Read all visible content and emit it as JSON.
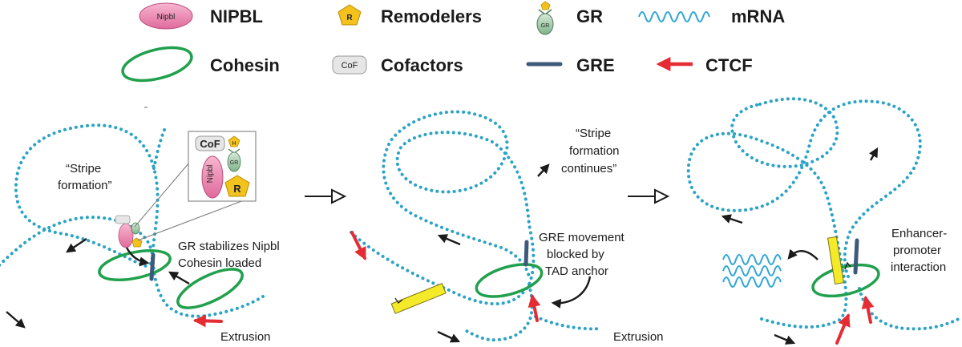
{
  "legend": {
    "nipbl_badge": "Nipbl",
    "nipbl": "NIPBL",
    "remodeler_badge": "R",
    "remodelers": "Remodelers",
    "gr_badge": "GR",
    "gr": "GR",
    "mrna": "mRNA",
    "cohesin": "Cohesin",
    "cof_badge": "CoF",
    "cofactors": "Cofactors",
    "gre": "GRE",
    "ctcf": "CTCF"
  },
  "panel1": {
    "stripe_line1": "“Stripe",
    "stripe_line2": "formation”",
    "inset_cof": "CoF",
    "inset_nipbl": "Nipbl",
    "inset_gr": "GR",
    "inset_r": "R",
    "inset_h": "H",
    "caption_line1": "GR stabilizes Nipbl",
    "caption_line2": "Cohesin loaded",
    "extrusion": "Extrusion"
  },
  "panel2": {
    "stripe_line1": "“Stripe",
    "stripe_line2": "formation",
    "stripe_line3": "continues”",
    "caption_line1": "GRE movement",
    "caption_line2": "blocked by",
    "caption_line3": "TAD anchor",
    "extrusion": "Extrusion"
  },
  "panel3": {
    "caption_line1": "Enhancer-",
    "caption_line2": "promoter",
    "caption_line3": "interaction"
  },
  "colors": {
    "dna": "#2ba3c6",
    "cohesin": "#21a04d",
    "nipbl": "#e879a8",
    "remodeler": "#f3c21c",
    "ctcf": "#e62c33",
    "gre": "#3d5a7a",
    "mrna": "#2ea6d6"
  }
}
